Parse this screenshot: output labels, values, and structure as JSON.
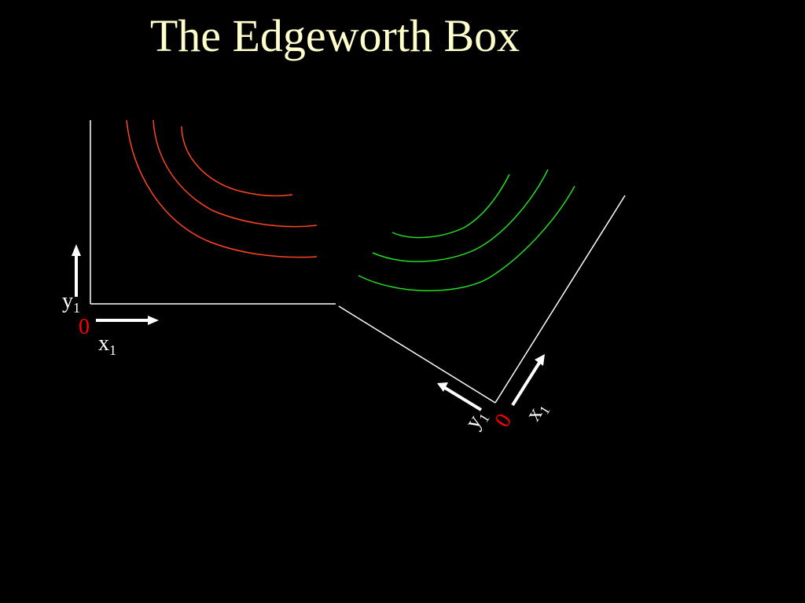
{
  "slide": {
    "title": "The Edgeworth Box"
  },
  "person1": {
    "origin_label": "0",
    "x_label": "x",
    "x_subscript": "1",
    "y_label": "y",
    "y_subscript": "1",
    "curve_color": "#ff4422",
    "origin_color": "#ff0000"
  },
  "person2": {
    "origin_label": "0",
    "x_label": "x",
    "x_subscript": "1",
    "y_label": "y",
    "y_subscript": "1",
    "curve_color": "#22dd22",
    "origin_color": "#ff0000"
  },
  "colors": {
    "background": "#000000",
    "title": "#ffffcc",
    "axes": "#ffffff",
    "labels": "#ffffff"
  }
}
